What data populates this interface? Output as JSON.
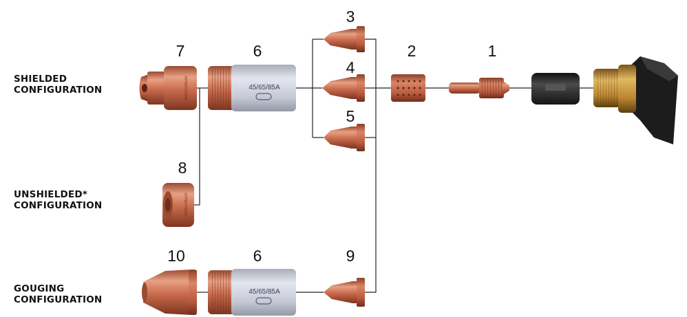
{
  "configurations": {
    "shielded": [
      "SHIELDED",
      "CONFIGURATION"
    ],
    "unshielded": [
      "UNSHIELDED*",
      "CONFIGURATION"
    ],
    "gouging": [
      "GOUGING",
      "CONFIGURATION"
    ]
  },
  "part_numbers": {
    "p1": "1",
    "p2": "2",
    "p3": "3",
    "p4": "4",
    "p5": "5",
    "p6_top": "6",
    "p6_bottom": "6",
    "p7": "7",
    "p8": "8",
    "p9": "9",
    "p10": "10"
  },
  "retaining_cap_text": "45/65/85A",
  "colors": {
    "copper": "#c86a4c",
    "copper_dark": "#8e3f29",
    "copper_light": "#e8a186",
    "brass": "#b8862e",
    "cap_gray": "#c9ccd8",
    "black_part": "#2a2a2a"
  }
}
